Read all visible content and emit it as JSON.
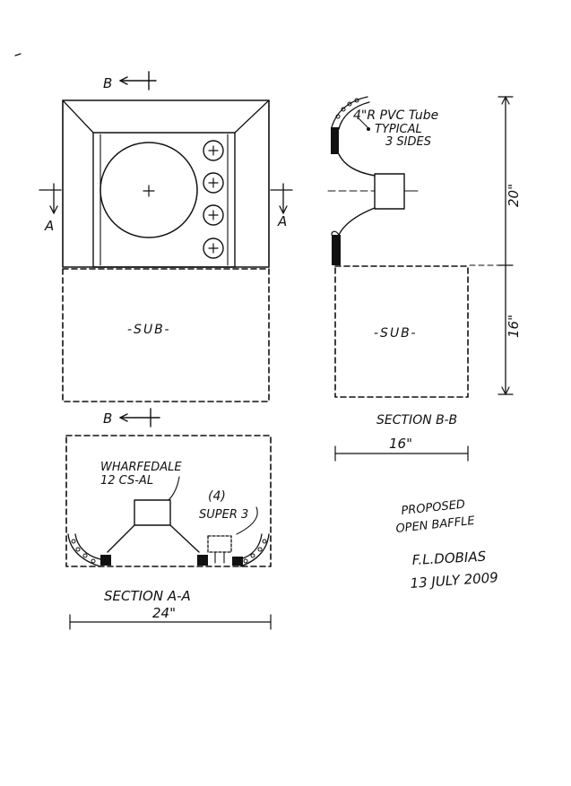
{
  "front_view": {
    "section_marker_top": "B",
    "section_marker_bottom": "B",
    "section_marker_left": "A",
    "section_marker_right": "A",
    "sub_label": "-SUB-"
  },
  "side_view": {
    "tube_label_1": "4\"R  PVC Tube",
    "tube_label_2": "TYPICAL",
    "tube_label_3": "3 SIDES",
    "height_upper": "20\"",
    "height_lower": "16\"",
    "sub_label": "-SUB-",
    "section_title": "SECTION B-B",
    "width_label": "16\""
  },
  "plan_view": {
    "woofer_label_1": "WHARFEDALE",
    "woofer_label_2": "12 CS-AL",
    "tweeter_label_1": "(4)",
    "tweeter_label_2": "SUPER 3",
    "section_title": "SECTION A-A",
    "width_label": "24\""
  },
  "notes": {
    "line_1": "PROPOSED",
    "line_2": "OPEN BAFFLE",
    "author": "F.L.DOBIAS",
    "date": "13 JULY 2009"
  }
}
